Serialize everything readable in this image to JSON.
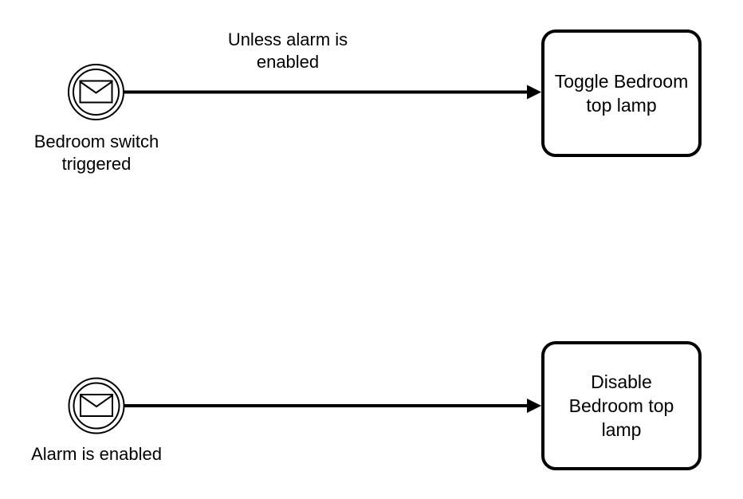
{
  "diagram": {
    "kind": "bpmn-process-diagram",
    "background_color": "#ffffff",
    "shape_stroke_color": "#000000",
    "shape_fill_color": "#ffffff",
    "text_color": "#000000",
    "flows": [
      {
        "start_event": {
          "type": "message-start-event",
          "icon": "message-envelope-icon",
          "label": "Bedroom switch\ntriggered"
        },
        "sequence_flow": {
          "type": "sequence-flow-arrow",
          "label": "Unless alarm is\nenabled"
        },
        "task": {
          "type": "task",
          "label": "Toggle Bedroom\ntop lamp"
        }
      },
      {
        "start_event": {
          "type": "message-start-event",
          "icon": "message-envelope-icon",
          "label": "Alarm is enabled"
        },
        "sequence_flow": {
          "type": "sequence-flow-arrow"
        },
        "task": {
          "type": "task",
          "label": "Disable\nBedroom top\nlamp"
        }
      }
    ]
  }
}
